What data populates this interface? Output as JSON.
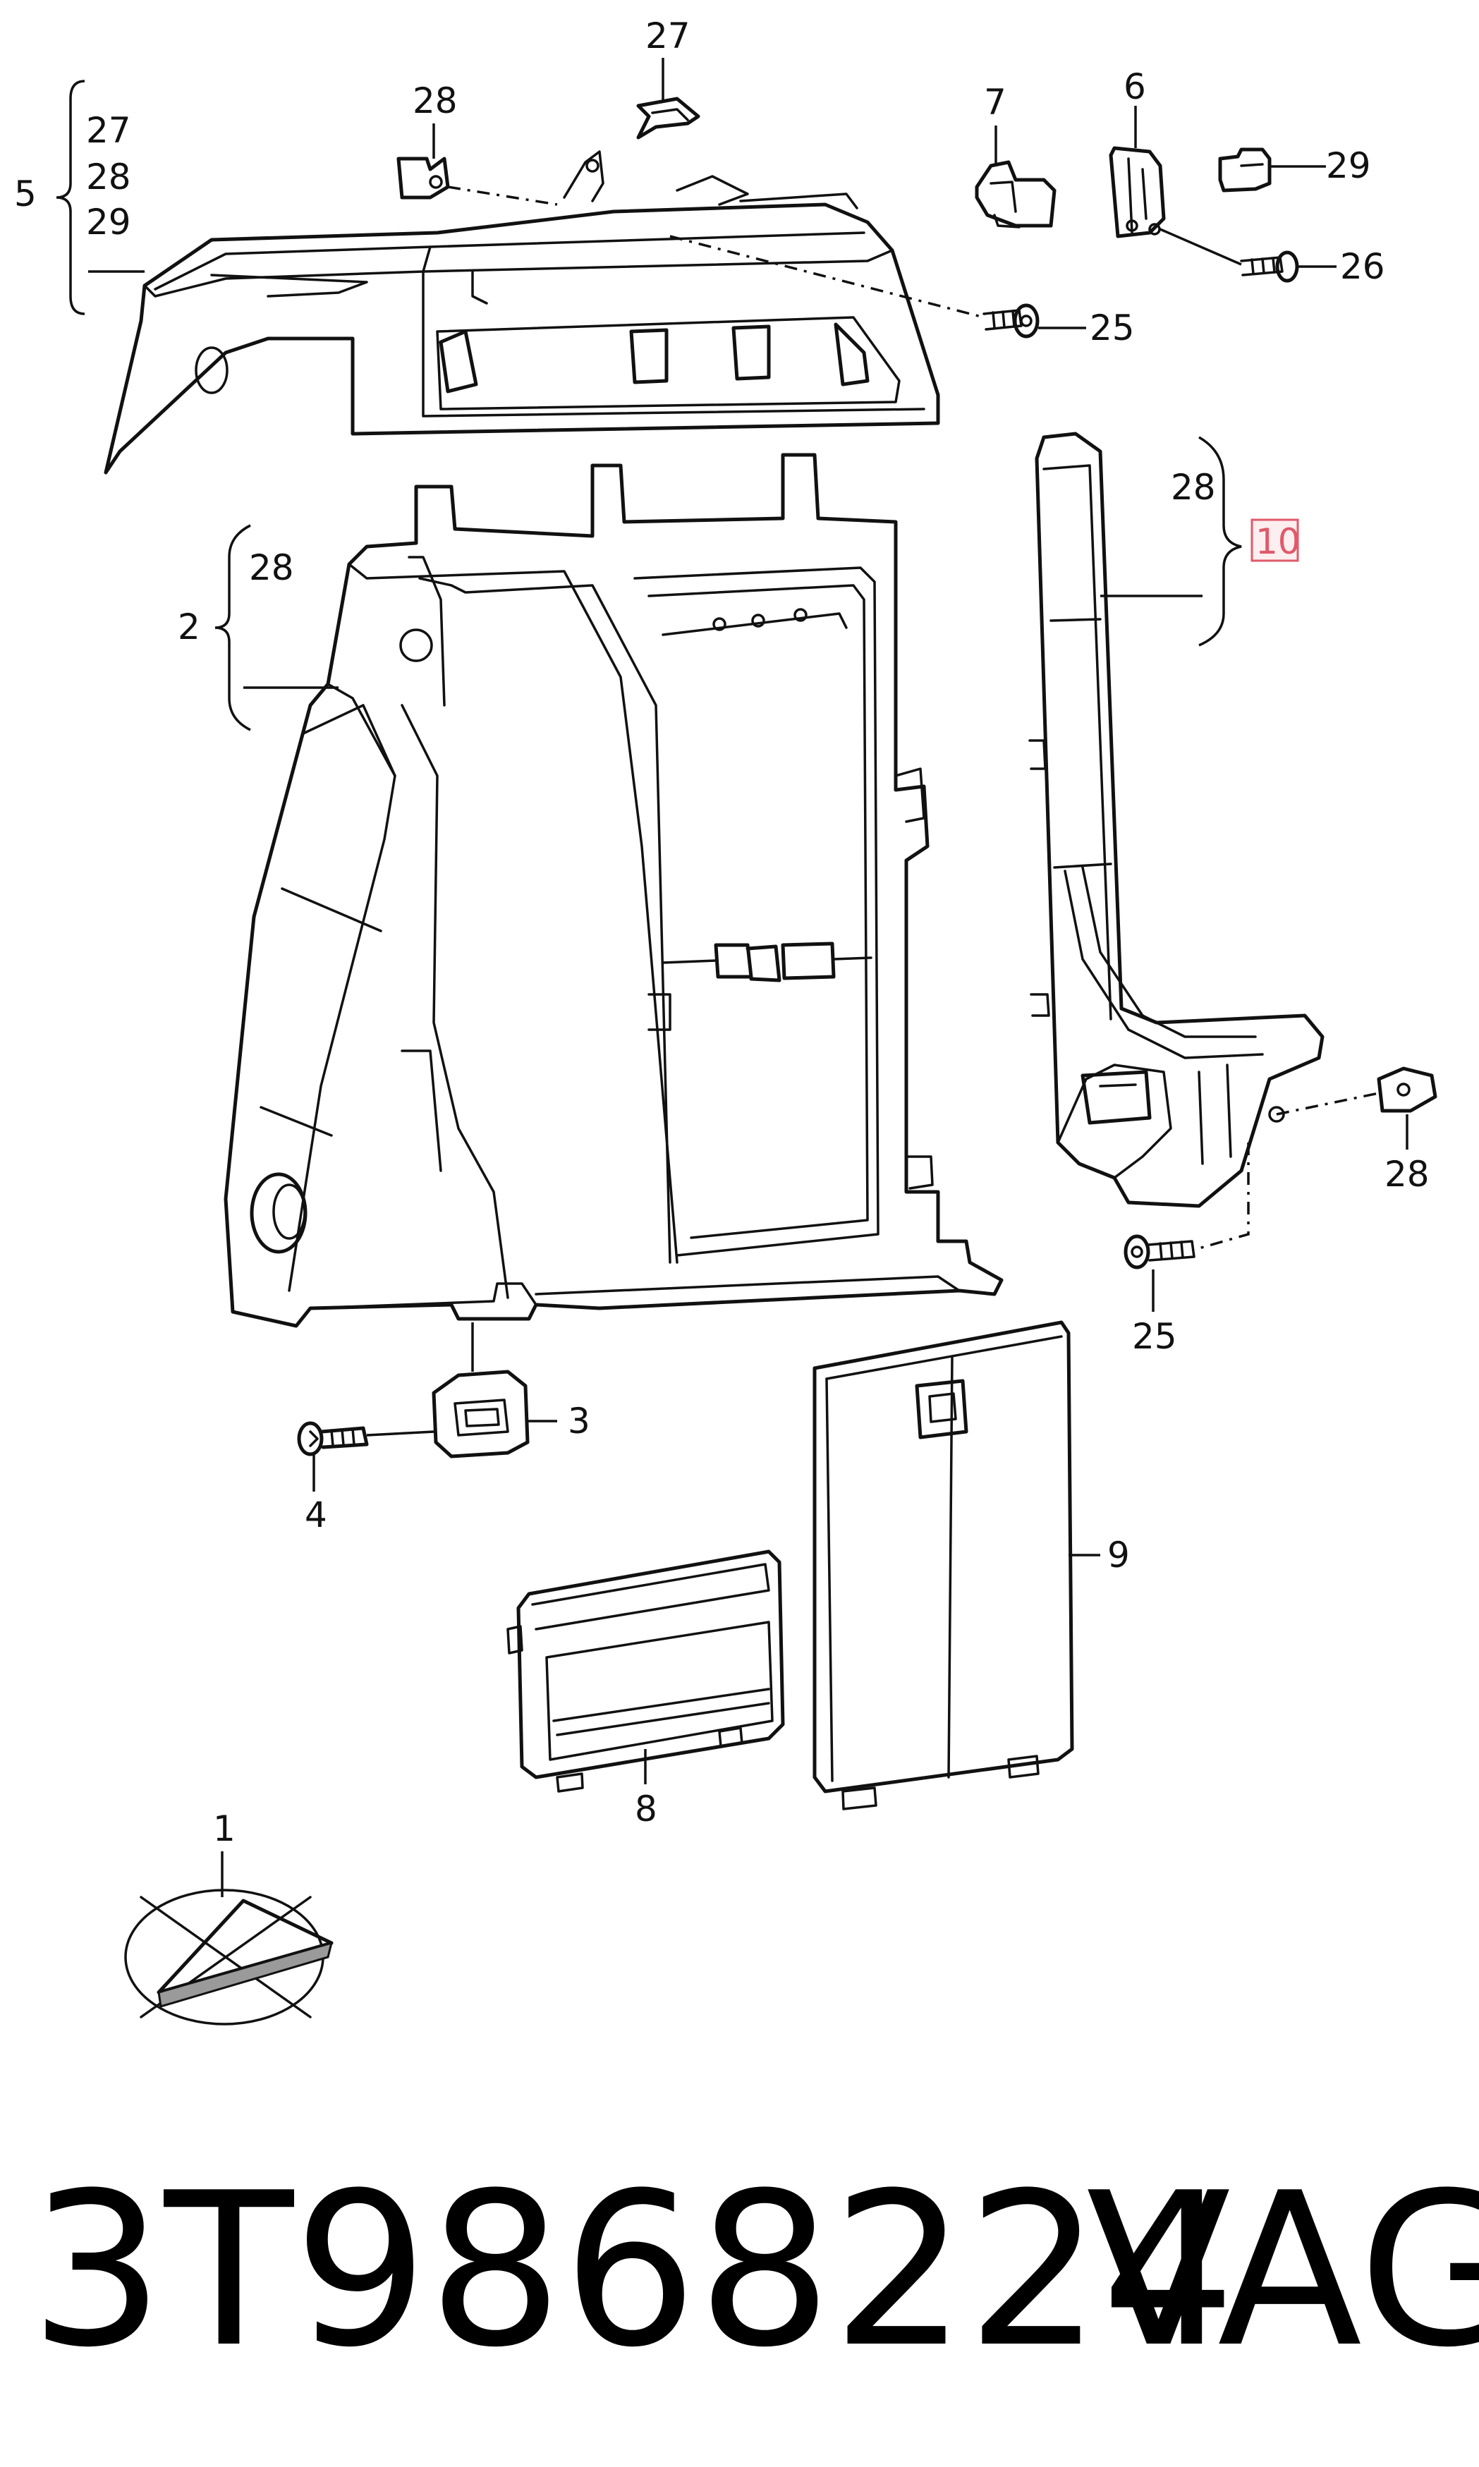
{
  "labels": {
    "l27_top": "27",
    "l28_clip_top": "28",
    "l7": "7",
    "l6": "6",
    "l29_right": "29",
    "l26": "26",
    "l25_top": "25",
    "l5": "5",
    "l5_27": "27",
    "l5_28": "28",
    "l5_29": "29",
    "l2": "2",
    "l2_28": "28",
    "l10": "10",
    "l10_28": "28",
    "l28_right": "28",
    "l25_right": "25",
    "l3": "3",
    "l4": "4",
    "l9": "9",
    "l8": "8",
    "l1": "1"
  },
  "footer": {
    "part_number": "3T9868224",
    "brand": "VAG"
  },
  "colors": {
    "highlight_box": "#e05a6a",
    "highlight_fill": "#fdeef0",
    "line": "#111111"
  }
}
